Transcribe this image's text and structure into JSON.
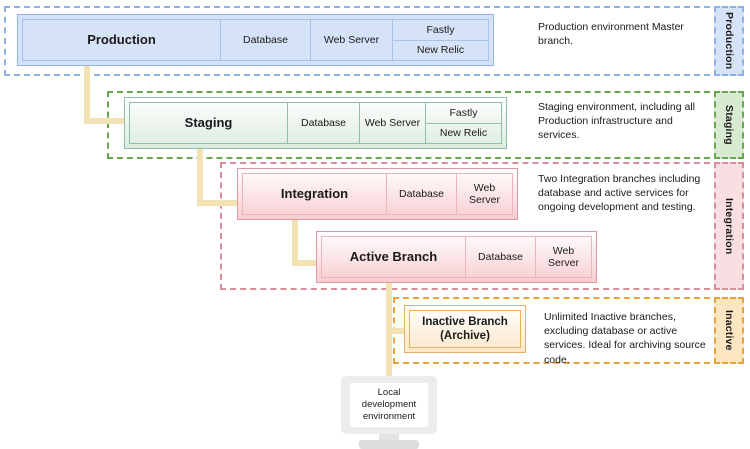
{
  "diagram": {
    "title": "Environment branching diagram",
    "colors": {
      "production": "#8fb0e0",
      "staging": "#6aa84f",
      "integration": "#d98f98",
      "inactive": "#e8a33d",
      "connector": "#f3e2b3"
    },
    "sections": [
      {
        "key": "production",
        "tab_label": "Production",
        "description": "Production environment Master branch.",
        "rows": [
          {
            "title": "Production",
            "cells": [
              "Database",
              "Web Server"
            ],
            "stacked": [
              "Fastly",
              "New Relic"
            ]
          }
        ]
      },
      {
        "key": "staging",
        "tab_label": "Staging",
        "description": "Staging environment, including all Production infrastructure and services.",
        "rows": [
          {
            "title": "Staging",
            "cells": [
              "Database",
              "Web Server"
            ],
            "stacked": [
              "Fastly",
              "New Relic"
            ]
          }
        ]
      },
      {
        "key": "integration",
        "tab_label": "Integration",
        "description": "Two Integration branches including database and active services for ongoing development and testing.",
        "rows": [
          {
            "title": "Integration",
            "cells": [
              "Database",
              "Web Server"
            ],
            "stacked": []
          },
          {
            "title": "Active Branch",
            "cells": [
              "Database",
              "Web Server"
            ],
            "stacked": []
          }
        ]
      },
      {
        "key": "inactive",
        "tab_label": "Inactive",
        "description": "Unlimited Inactive branches, excluding database or active services. Ideal for archiving source code.",
        "rows": [
          {
            "title": "Inactive Branch (Archive)",
            "title_line1": "Inactive Branch",
            "title_line2": "(Archive)",
            "cells": [],
            "stacked": []
          }
        ]
      }
    ],
    "local": {
      "label_line1": "Local",
      "label_line2": "development",
      "label_line3": "environment"
    }
  }
}
